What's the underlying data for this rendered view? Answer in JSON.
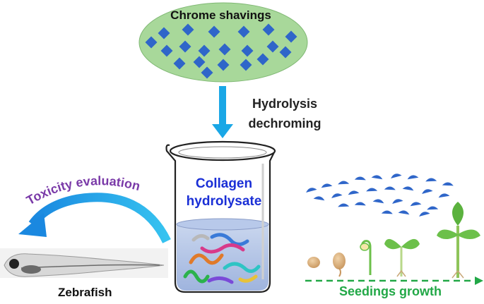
{
  "labels": {
    "chrome_shavings": "Chrome shavings",
    "hydrolysis_line1": "Hydrolysis",
    "hydrolysis_line2": "dechroming",
    "collagen_line1": "Collagen",
    "collagen_line2": "hydrolysate",
    "toxicity": "Toxicity evaluation",
    "zebrafish": "Zebrafish",
    "seedings": "Seedings growth"
  },
  "colors": {
    "ellipse_fill": "#a8d89a",
    "diamond": "#2f66c9",
    "arrow_blue": "#1aa7e6",
    "collagen_text": "#1a2fd6",
    "toxicity_text": "#7a3aa8",
    "seedings_text": "#22a847",
    "leaf_green": "#6cc04a"
  }
}
